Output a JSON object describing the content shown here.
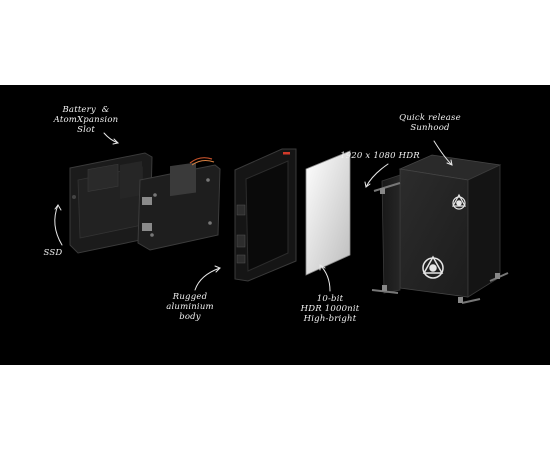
{
  "labels": {
    "battery": "Battery  &\nAtomXpansion\nSlot",
    "ssd": "SSD",
    "hdr_res": "1920 x 1080 HDR",
    "sunhood": "Quick release\nSunhood",
    "body": "Rugged\naluminium\nbody",
    "panel": "10-bit\nHDR 1000nit\nHigh-bright"
  },
  "colors": {
    "background": "#000000",
    "page": "#ffffff",
    "label": "#f2f2f2",
    "device_body": "#1a1a1a",
    "screen": "#e8e8e8",
    "accent": "#d23a2a"
  },
  "icons": {
    "logo": "atomos-logo-icon"
  }
}
